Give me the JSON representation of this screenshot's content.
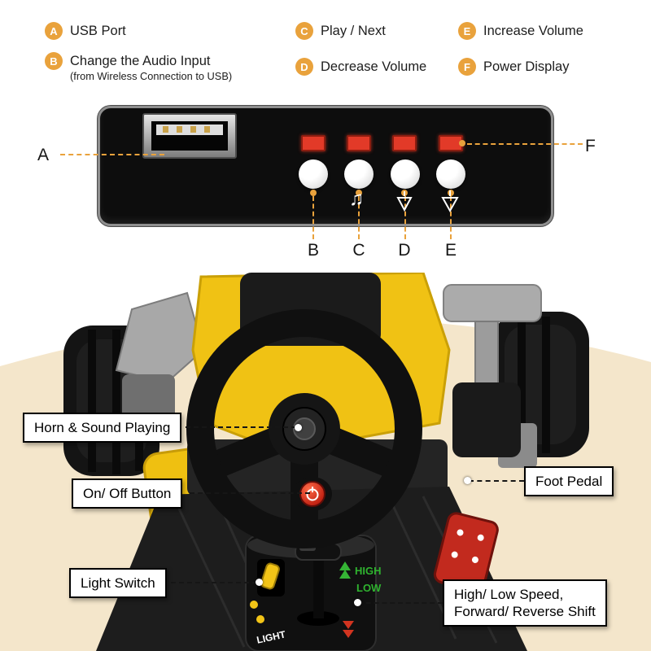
{
  "legend": {
    "items": [
      {
        "letter": "A",
        "label": "USB Port"
      },
      {
        "letter": "B",
        "label": "Change the Audio Input",
        "sub": "(from Wireless Connection to USB)"
      },
      {
        "letter": "C",
        "label": "Play / Next"
      },
      {
        "letter": "D",
        "label": "Decrease Volume"
      },
      {
        "letter": "E",
        "label": "Increase Volume"
      },
      {
        "letter": "F",
        "label": "Power Display"
      }
    ]
  },
  "panel": {
    "callout_left": "A",
    "callout_right": "F",
    "button_letters": [
      "B",
      "C",
      "D",
      "E"
    ],
    "icons": {
      "music": "♫"
    }
  },
  "callouts": {
    "horn": "Horn & Sound Playing",
    "power": "On/ Off Button",
    "light": "Light Switch",
    "pedal": "Foot Pedal",
    "shift_line1": "High/ Low Speed,",
    "shift_line2": "Forward/ Reverse Shift"
  },
  "toy": {
    "labels": {
      "high": "HIGH",
      "low": "LOW",
      "light": "LIGHT"
    }
  },
  "colors": {
    "accent_orange": "#E9A23C",
    "led_red": "#E23A28",
    "body_yellow": "#F0C214",
    "cream_bg": "#F4E6CB"
  }
}
